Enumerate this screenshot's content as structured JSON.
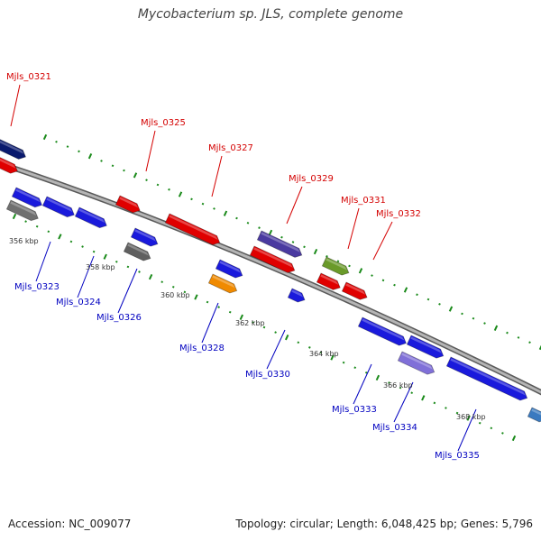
{
  "title": "Mycobacterium sp. JLS, complete genome",
  "footer": {
    "accession": "Accession: NC_009077",
    "stats": "Topology: circular; Length: 6,048,425 bp; Genes: 5,796"
  },
  "colors": {
    "forward_label": "#d40000",
    "reverse_label": "#0000c0",
    "tick": "#1a8a1a",
    "backbone": "#9a9a9a"
  },
  "gene_labels": [
    {
      "id": "Mjls_0321",
      "strand": "forward"
    },
    {
      "id": "Mjls_0325",
      "strand": "forward"
    },
    {
      "id": "Mjls_0327",
      "strand": "forward"
    },
    {
      "id": "Mjls_0329",
      "strand": "forward"
    },
    {
      "id": "Mjls_0331",
      "strand": "forward"
    },
    {
      "id": "Mjls_0332",
      "strand": "forward"
    },
    {
      "id": "Mjls_0323",
      "strand": "reverse"
    },
    {
      "id": "Mjls_0324",
      "strand": "reverse"
    },
    {
      "id": "Mjls_0326",
      "strand": "reverse"
    },
    {
      "id": "Mjls_0328",
      "strand": "reverse"
    },
    {
      "id": "Mjls_0330",
      "strand": "reverse"
    },
    {
      "id": "Mjls_0333",
      "strand": "reverse"
    },
    {
      "id": "Mjls_0334",
      "strand": "reverse"
    },
    {
      "id": "Mjls_0335",
      "strand": "reverse"
    }
  ],
  "scale_labels": [
    "356 kbp",
    "358 kbp",
    "360 kbp",
    "362 kbp",
    "364 kbp",
    "366 kbp",
    "368 kbp"
  ]
}
